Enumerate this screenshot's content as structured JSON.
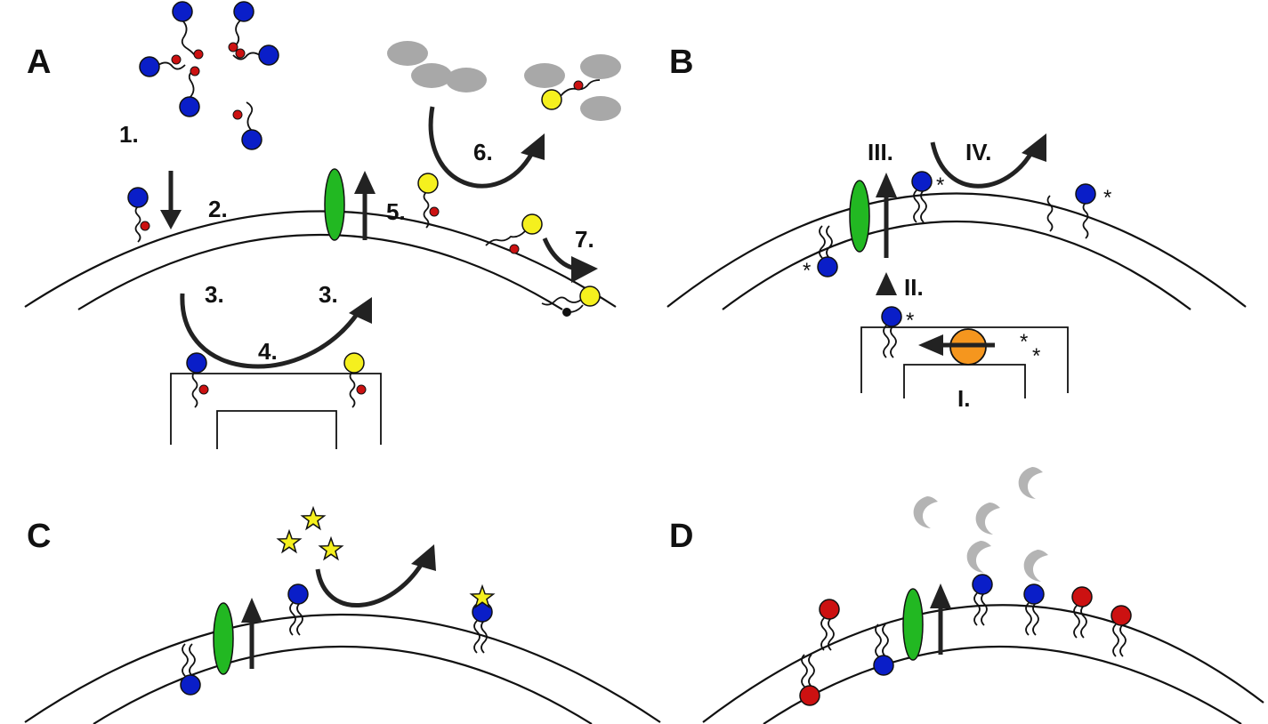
{
  "panels": {
    "a": {
      "letter": "A",
      "steps": [
        "1.",
        "2.",
        "3.",
        "3.",
        "4.",
        "5.",
        "6.",
        "7."
      ]
    },
    "b": {
      "letter": "B",
      "steps": [
        "I.",
        "II.",
        "III.",
        "IV."
      ],
      "asterisk": "*"
    },
    "c": {
      "letter": "C"
    },
    "d": {
      "letter": "D"
    }
  },
  "colors": {
    "blue_headgroup": "#0a1ec8",
    "red_marker": "#cc1111",
    "yellow_headgroup": "#f5f01e",
    "green_transporter": "#22b822",
    "orange_enzyme": "#f5961e",
    "gray_acceptor": "#a8a8a8"
  }
}
